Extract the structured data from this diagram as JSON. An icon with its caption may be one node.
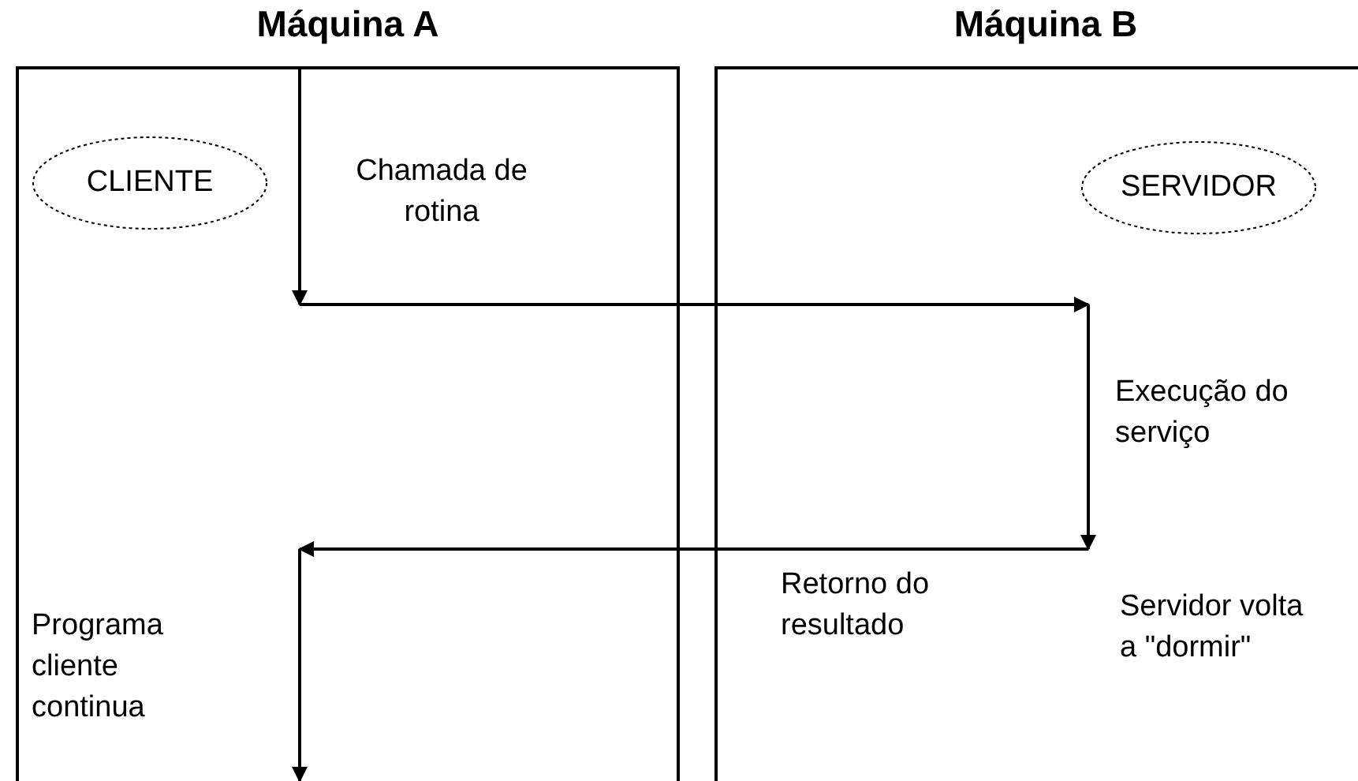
{
  "diagram": {
    "nodes": [
      {
        "text": [
          "Máquina A"
        ]
      },
      {
        "text": [
          "CLIENTE"
        ],
        "in": 0
      },
      {
        "text": [
          "Máquina B"
        ]
      },
      {
        "text": [
          "SERVIDOR"
        ],
        "in": 2
      }
    ],
    "labels": [
      "Chamada de rotina",
      "Execução do serviço",
      "Retorno do resultado",
      "Servidor volta a \"dormir\"",
      "Programa cliente continua"
    ]
  }
}
